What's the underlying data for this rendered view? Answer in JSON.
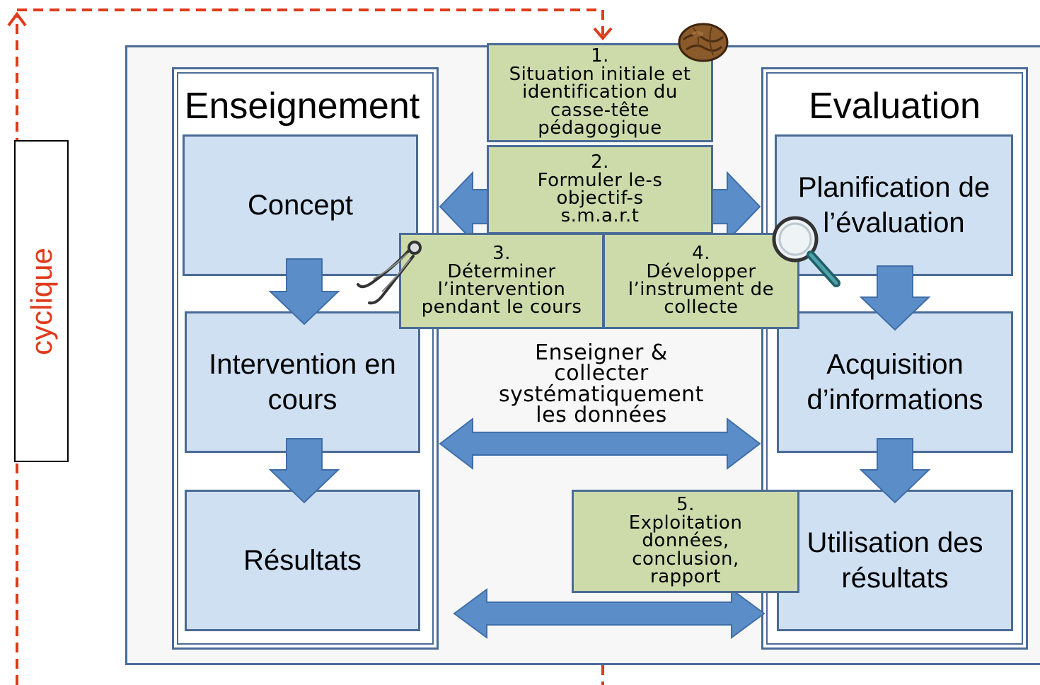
{
  "colors": {
    "frame": "#4a6b96",
    "blue_box_fill": "#cfe0f3",
    "green_box_fill": "#cddbab",
    "arrow_fill": "#5b8ec9",
    "loop_red": "#e03a1c"
  },
  "cycle_label": "cyclique",
  "teaching": {
    "title": "Enseignement",
    "boxes": [
      "Concept",
      "Intervention en cours",
      "Résultats"
    ]
  },
  "evaluation": {
    "title": "Evaluation",
    "boxes": [
      "Planification de l’évaluation",
      "Acquisition d’informations",
      "Utilisation des résultats"
    ]
  },
  "steps": [
    {
      "num": "1.",
      "text": "Situation initiale et identification du casse-tête pédagogique"
    },
    {
      "num": "2.",
      "text": "Formuler le-s objectif-s s.m.a.r.t"
    },
    {
      "num": "3.",
      "text": "Déterminer l’intervention pendant le cours"
    },
    {
      "num": "4.",
      "text": "Développer l’instrument de collecte"
    },
    {
      "num": "5.",
      "text": "Exploitation données, conclusion, rapport"
    }
  ],
  "middle_label": "Enseigner & collecter systématiquement les données",
  "icons": {
    "step1": "walnut-icon",
    "step3": "nutcracker-icon",
    "step4": "magnifying-glass-icon"
  }
}
